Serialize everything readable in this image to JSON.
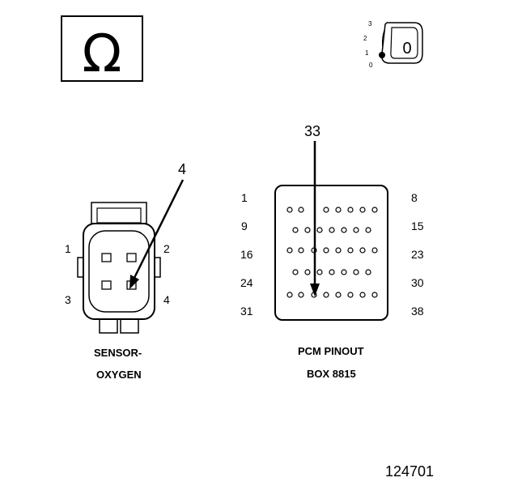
{
  "ohm_symbol": "Ω",
  "ignition": {
    "positions": [
      "3",
      "2",
      "1",
      "0"
    ],
    "current": "0"
  },
  "sensor": {
    "title_line1": "SENSOR-",
    "title_line2": "OXYGEN",
    "callout": "4",
    "pins": [
      "1",
      "2",
      "3",
      "4"
    ]
  },
  "pcm": {
    "title_line1": "PCM PINOUT",
    "title_line2": "BOX 8815",
    "callout": "33",
    "left_pins": [
      "1",
      "9",
      "16",
      "24",
      "31"
    ],
    "right_pins": [
      "8",
      "15",
      "23",
      "30",
      "38"
    ]
  },
  "figure_id": "124701"
}
